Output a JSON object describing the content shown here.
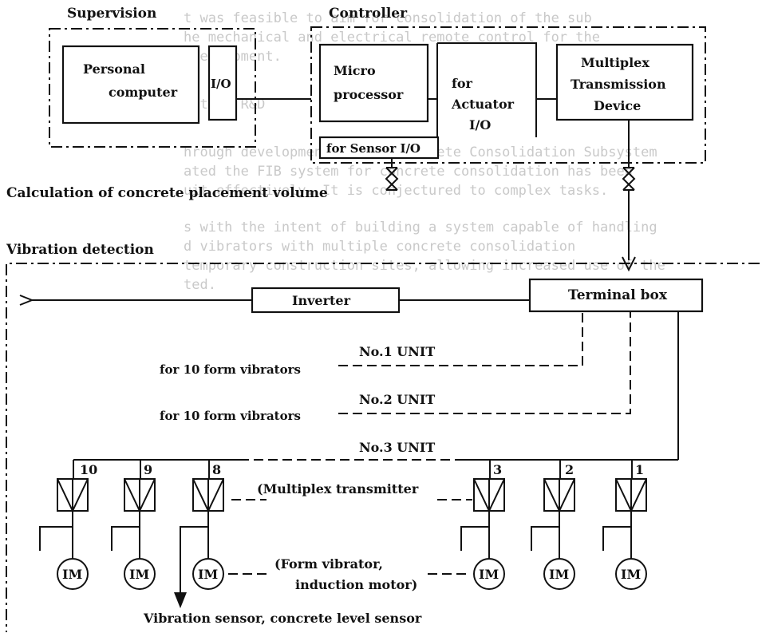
{
  "background_text": [
    "t was feasible to aim for consolidation of the sub",
    "he mechanical and electrical remote control for the",
    "t equipment.",
    "xiting R&D",
    "hrough development of the Concrete Consolidation Subsystem",
    "ated the FIB system for concrete consolidation has been",
    "uit effectively. It is conjectured to complex tasks.",
    "s with the intent of building a system capable of handling",
    "d vibrators with multiple concrete consolidation",
    "temporary construction sites, allowing increased use of the",
    "ted."
  ],
  "groups": {
    "supervision": "Supervision",
    "controller": "Controller",
    "vibration_detection": "Vibration detection"
  },
  "blocks": {
    "personal_computer": [
      "Personal",
      "computer"
    ],
    "io": "I/O",
    "micro_processor": [
      "Micro",
      "processor"
    ],
    "actuator_io": [
      "for",
      "Actuator",
      "I/O"
    ],
    "sensor_io": "for Sensor I/O",
    "multiplex_device": [
      "Multiplex",
      "Transmission",
      "Device"
    ],
    "inverter": "Inverter",
    "terminal_box": "Terminal box"
  },
  "labels": {
    "calculation": "Calculation of concrete placement volume",
    "unit1_desc": "for 10 form vibrators",
    "unit2_desc": "for 10 form vibrators",
    "unit1": "No.1   UNIT",
    "unit2": "No.2   UNIT",
    "unit3": "No.3   UNIT",
    "multiplex_transmitter": "(Multiplex transmitter",
    "form_vibrator": [
      "(Form vibrator,",
      "induction motor)"
    ],
    "sensor": "Vibration sensor, concrete level sensor"
  },
  "transmitters": [
    {
      "number": "10",
      "motor": "IM"
    },
    {
      "number": "9",
      "motor": "IM"
    },
    {
      "number": "8",
      "motor": "IM"
    },
    {
      "number": "3",
      "motor": "IM"
    },
    {
      "number": "2",
      "motor": "IM"
    },
    {
      "number": "1",
      "motor": "IM"
    }
  ]
}
